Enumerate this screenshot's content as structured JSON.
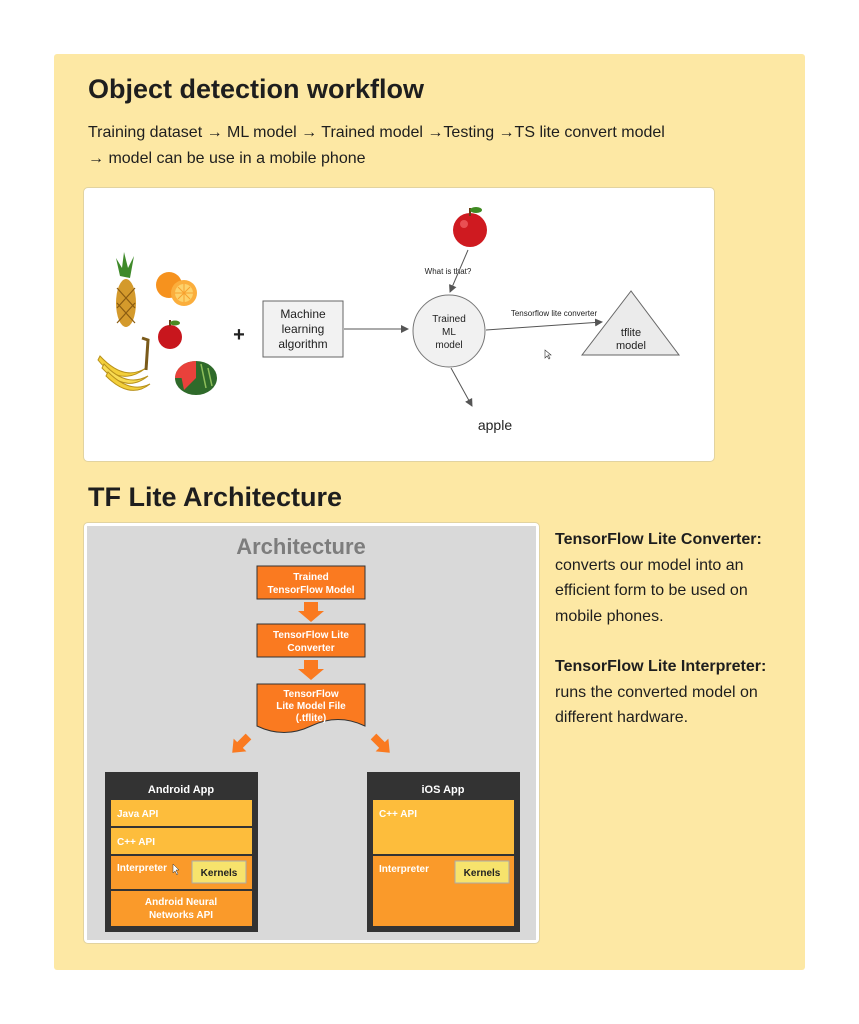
{
  "workflow": {
    "title": "Object detection workflow",
    "description_line1": "Training dataset → ML model → Trained model →Testing →TS lite convert model",
    "description_line2": "→ model can be use in a mobile phone",
    "diagram": {
      "plus": "+",
      "algorithm": [
        "Machine",
        "learning",
        "algorithm"
      ],
      "question": "What is that?",
      "trained": [
        "Trained",
        "ML",
        "model"
      ],
      "converter_label": "Tensorflow lite converter",
      "tflite": [
        "tflite",
        "model"
      ],
      "output": "apple"
    }
  },
  "architecture": {
    "title": "TF Lite Architecture",
    "diagram": {
      "heading": "Architecture",
      "step1": [
        "Trained",
        "TensorFlow Model"
      ],
      "step2": [
        "TensorFlow Lite",
        "Converter"
      ],
      "step3": [
        "TensorFlow",
        "Lite Model File",
        "(.tflite)"
      ],
      "android": {
        "title": "Android App",
        "java": "Java API",
        "cpp": "C++ API",
        "interpreter": "Interpreter",
        "kernels": "Kernels",
        "nn": [
          "Android Neural",
          "Networks API"
        ]
      },
      "ios": {
        "title": "iOS App",
        "cpp": "C++ API",
        "interpreter": "Interpreter",
        "kernels": "Kernels"
      }
    },
    "converter": {
      "term": "TensorFlow Lite Converter:",
      "desc": "converts our model into an efficient form to be used on mobile phones."
    },
    "interpreter": {
      "term": "TensorFlow Lite Interpreter:",
      "desc": "runs the converted model on different hardware."
    }
  },
  "colors": {
    "card": "#fde8a4",
    "orange": "#fa7a20",
    "lightOrange": "#fdbd3c"
  }
}
